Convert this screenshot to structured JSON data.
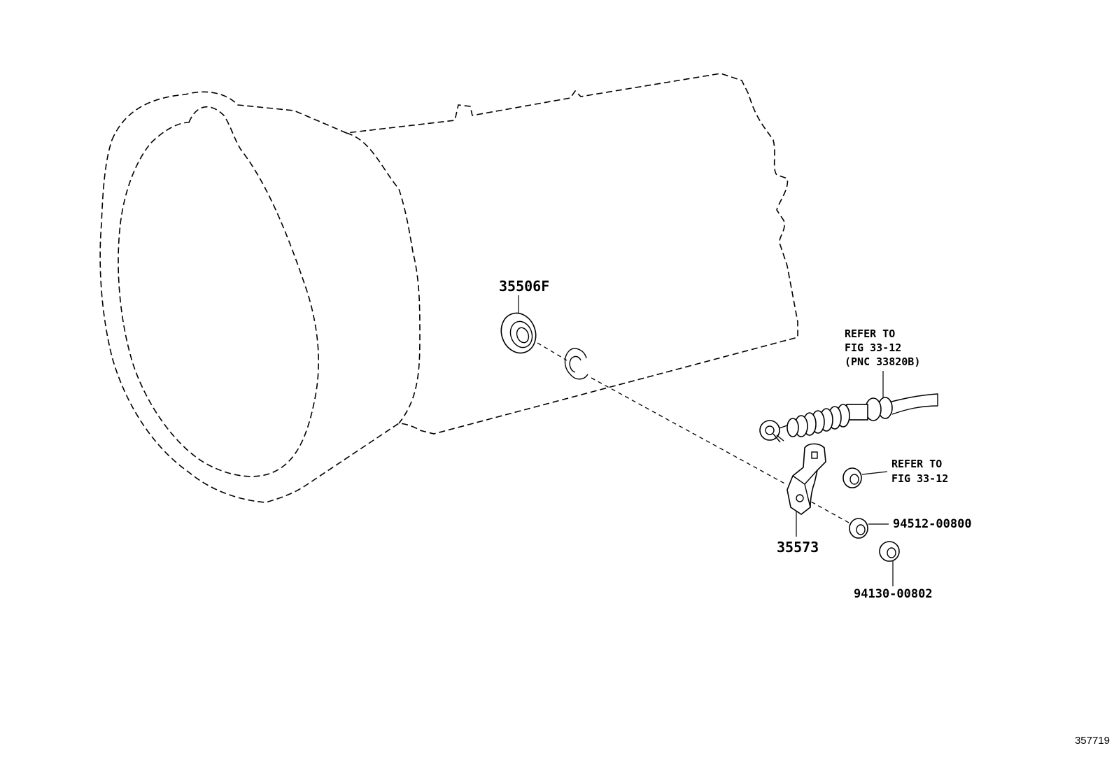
{
  "callouts": {
    "oil_seal": "35506F",
    "bracket": "35573",
    "clip": "94512-00800",
    "nut": "94130-00802"
  },
  "references": {
    "cable": [
      "REFER TO",
      "FIG 33-12",
      "(PNC 33820B)"
    ],
    "washer": [
      "REFER TO",
      "FIG 33-12"
    ]
  },
  "figure_id": "357719"
}
